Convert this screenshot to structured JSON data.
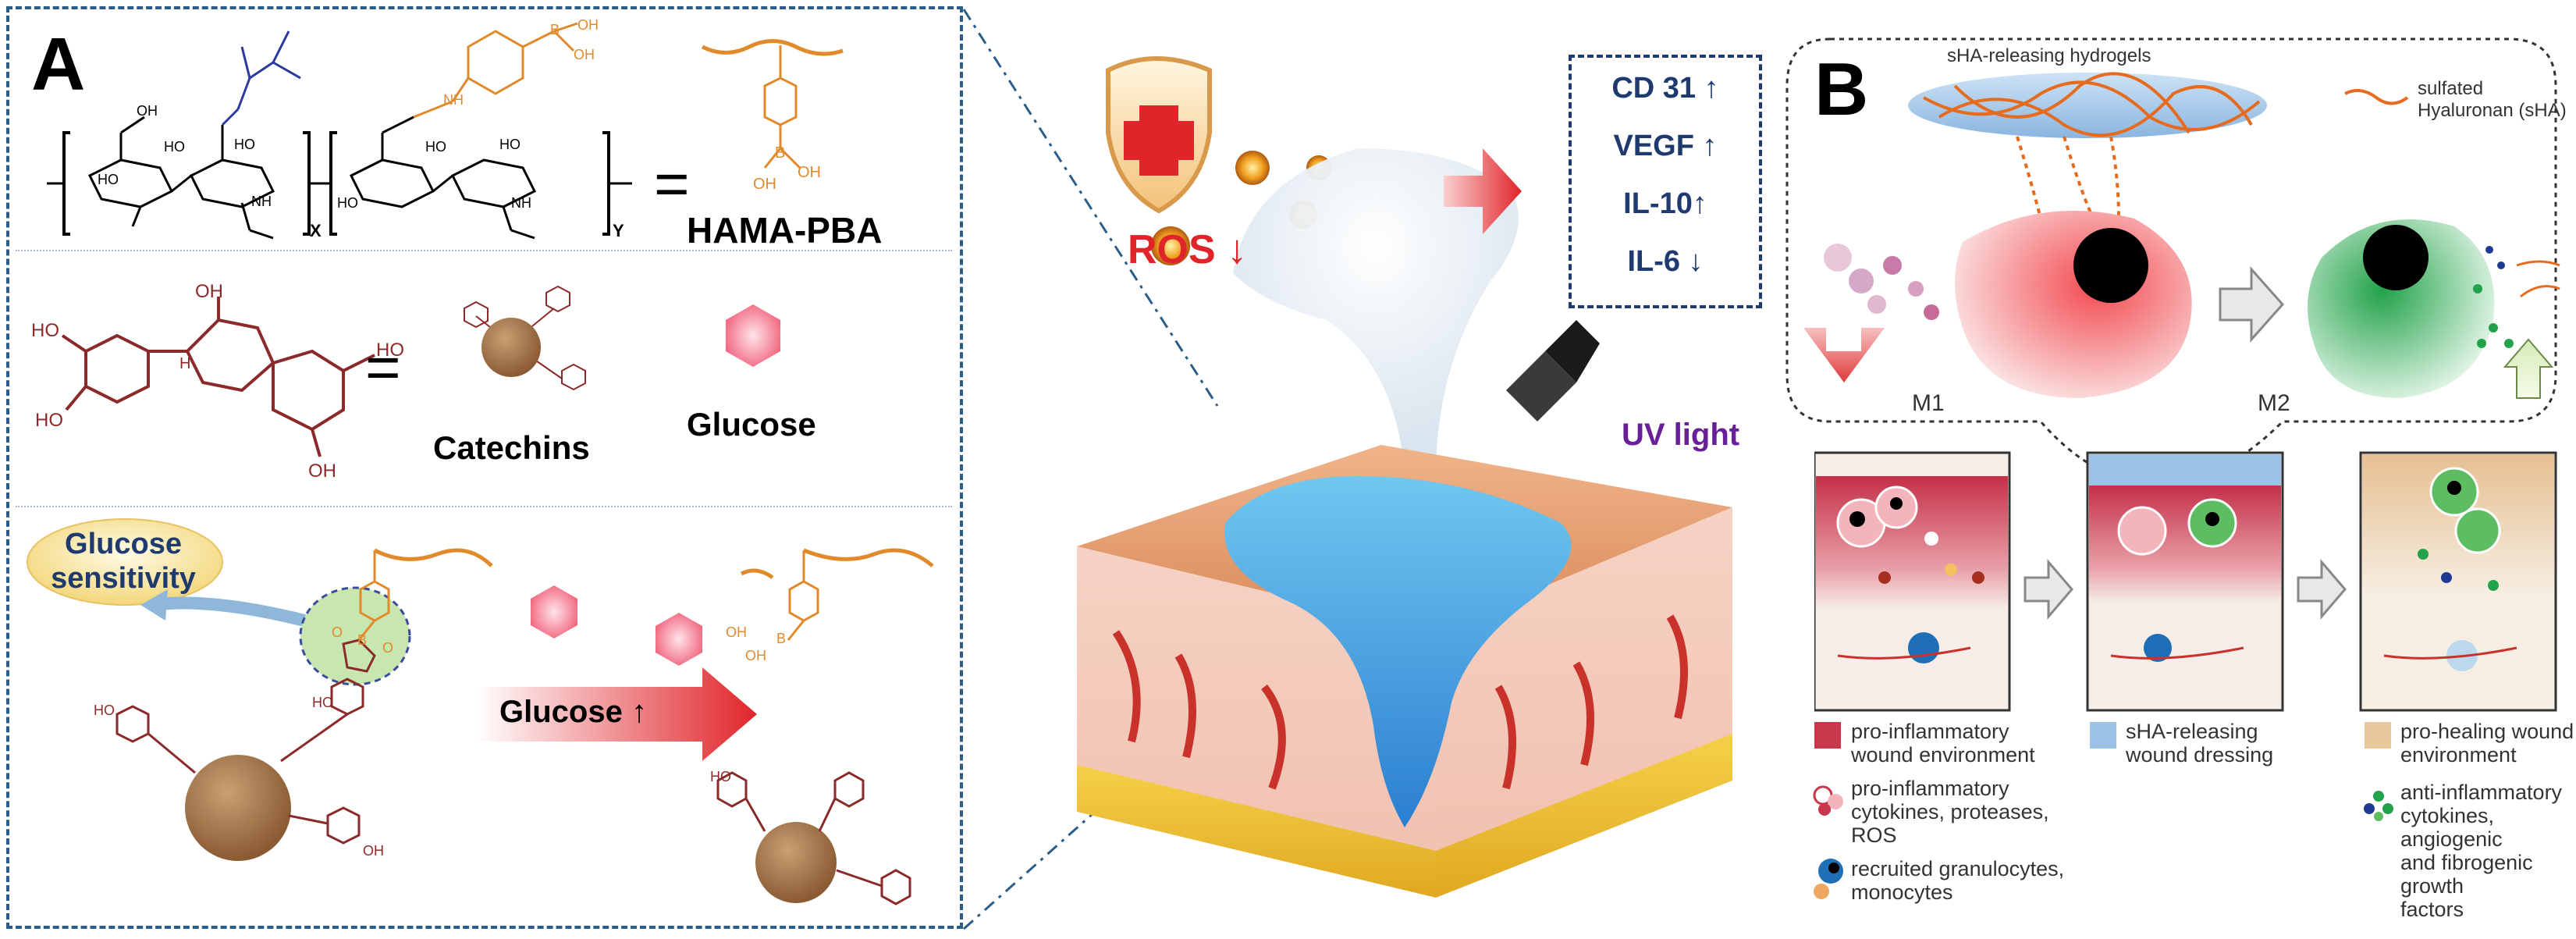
{
  "panel_a": {
    "letter": "A",
    "polymer_subscripts": {
      "x": "X",
      "y": "Y"
    },
    "equals_signs": [
      "=",
      "="
    ],
    "hama_pba": "HAMA-PBA",
    "catechins": "Catechins",
    "glucose": "Glucose",
    "glucose_sensitivity": [
      "Glucose",
      "sensitivity"
    ],
    "glucose_arrow": "Glucose ↑",
    "atom_labels": {
      "oh": "OH",
      "ho": "HO",
      "o": "O",
      "nh": "NH",
      "b": "B",
      "h": "H"
    }
  },
  "center": {
    "ros": "ROS ↓",
    "uv_light": "UV light",
    "markers": [
      "CD 31 ↑",
      "VEGF ↑",
      "IL-10↑",
      "IL-6 ↓"
    ]
  },
  "panel_b": {
    "letter": "B",
    "hydrogel_title": "sHA-releasing hydrogels",
    "sha_legend": [
      "sulfated",
      "Hyaluronan (sHA)"
    ],
    "m1": "M1",
    "m2": "M2",
    "legend": {
      "pro_inflam_env": [
        "pro-inflammatory",
        "wound environment"
      ],
      "cytokines": [
        "pro-inflammatory",
        "cytokines, proteases,",
        "ROS"
      ],
      "granulocytes": [
        "recruited granulocytes,",
        "monocytes"
      ],
      "dressing": [
        "sHA-releasing",
        "wound dressing"
      ],
      "healing_env": [
        "pro-healing wound",
        "environment"
      ],
      "anti_inflam": [
        "anti-inflammatory",
        "cytokines, angiogenic",
        "and fibrogenic growth",
        "factors"
      ]
    }
  },
  "colors": {
    "frame_blue": "#2a5d8a",
    "orange": "#e08a2c",
    "maroon": "#8a2a2a",
    "navy": "#1f3a93",
    "red": "#e0252a",
    "purple": "#6a1f9a",
    "inflam_red": "#c8374a",
    "dressing_blue": "#9cc3e6",
    "healing_tan": "#e8c79a"
  }
}
